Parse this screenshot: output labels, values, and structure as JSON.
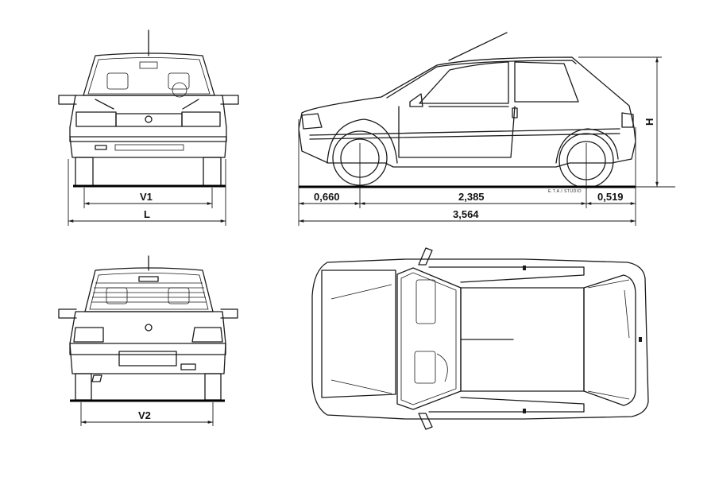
{
  "dimensions": {
    "front_track": "V1",
    "overall_width": "L",
    "rear_track": "V2",
    "height": "H",
    "front_overhang": "0,660",
    "wheelbase": "2,385",
    "rear_overhang": "0,519",
    "overall_length": "3,564"
  },
  "credit": "E.T.A.I  STUDIO"
}
